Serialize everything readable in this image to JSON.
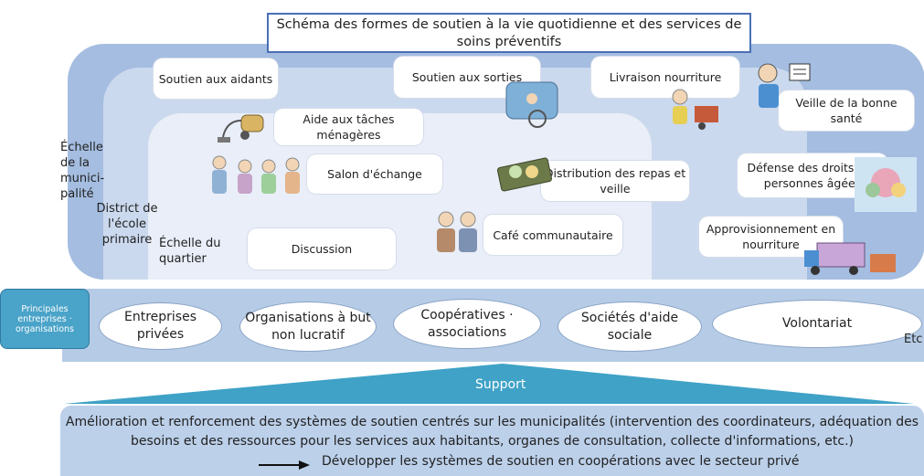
{
  "title": "Schéma des formes de soutien à la vie quotidienne et des services de soins préventifs",
  "scales": {
    "municipality": "Échelle de la munici-palité",
    "school_district": "District de l'école primaire",
    "neighborhood": "Échelle du quartier"
  },
  "services": {
    "aidants": "Soutien aux aidants",
    "sorties": "Soutien aux sorties",
    "livraison": "Livraison nourriture",
    "veille_sante": "Veille de la bonne santé",
    "menageres": "Aide aux tâches ménagères",
    "salon": "Salon d'échange",
    "repas": "Distribution des repas et veille",
    "droits": "Défense des droits des personnes âgées",
    "discussion": "Discussion",
    "cafe": "Café communautaire",
    "approvisionnement": "Approvisionnement en nourriture"
  },
  "orgs": {
    "label": "Principales entreprises · organisations",
    "items": [
      "Entreprises privées",
      "Organisations à but non lucratif",
      "Coopératives · associations",
      "Sociétés d'aide sociale",
      "Volontariat"
    ],
    "etc": "Etc"
  },
  "support": {
    "label": "Support",
    "description": "Amélioration et renforcement des systèmes de soutien centrés sur les municipalités (intervention des coordinateurs, adéquation des besoins et des ressources pour les services aux habitants, organes de consultation, collecte d'informations, etc.)",
    "arrow_text": "Développer les systèmes de soutien en coopérations avec le secteur privé"
  },
  "colors": {
    "municipality_layer": "#a4bde0",
    "school_layer": "#cbd9ee",
    "neighborhood_layer": "#e9eef8",
    "support_triangle": "#3fa2c6",
    "title_border": "#4a6fb5"
  }
}
